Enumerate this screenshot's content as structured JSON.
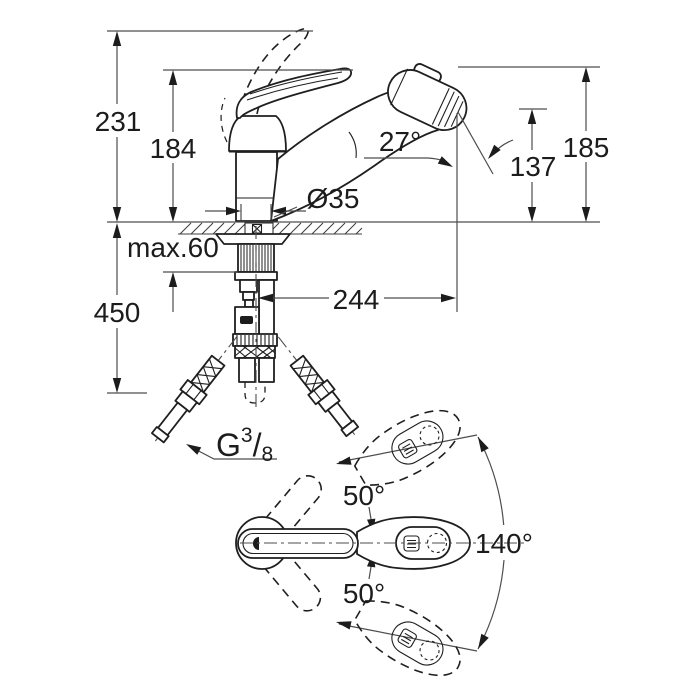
{
  "drawing": {
    "kind": "faucet-installation-dimension-drawing",
    "background": "#ffffff",
    "line_color": "#1f1f1f",
    "dim_line_color": "#4d4d4d"
  },
  "dims": {
    "height_total_lever_raised": "231",
    "height_to_lever": "184",
    "spray_angle": "27°",
    "outlet_height": "137",
    "spray_head_height": "185",
    "hole_diameter": "Ø35",
    "max_deck_thickness": "max.60",
    "spout_reach": "244",
    "hose_length": "450"
  },
  "thread": {
    "g": "G",
    "sup": "3",
    "slash": "/",
    "sub": "8"
  },
  "swivel": {
    "upper": "50°",
    "lower": "50°",
    "total": "140°"
  }
}
